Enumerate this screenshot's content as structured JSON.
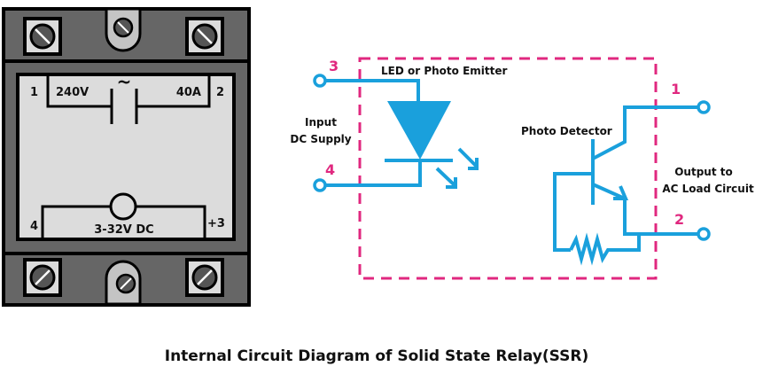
{
  "colors": {
    "wire": "#1aa0dc",
    "boundary": "#e0287f",
    "pin_label": "#e0287f",
    "relay_body": "#666666",
    "relay_face": "#dcdcdc",
    "outline": "#000000"
  },
  "relay": {
    "terminal_1": "1",
    "terminal_2": "2",
    "terminal_3": "+3",
    "terminal_4": "4",
    "voltage_rating": "240V",
    "current_rating": "40A",
    "ac_symbol": "~",
    "input_rating": "3-32V DC"
  },
  "circuit": {
    "pin_3": "3",
    "pin_4": "4",
    "pin_1": "1",
    "pin_2": "2",
    "led_label": "LED or Photo Emitter",
    "input_label_line1": "Input",
    "input_label_line2": "DC Supply",
    "detector_label": "Photo Detector",
    "output_label_line1": "Output to",
    "output_label_line2": "AC Load Circuit"
  },
  "title": "Internal Circuit Diagram of Solid State Relay(SSR)"
}
